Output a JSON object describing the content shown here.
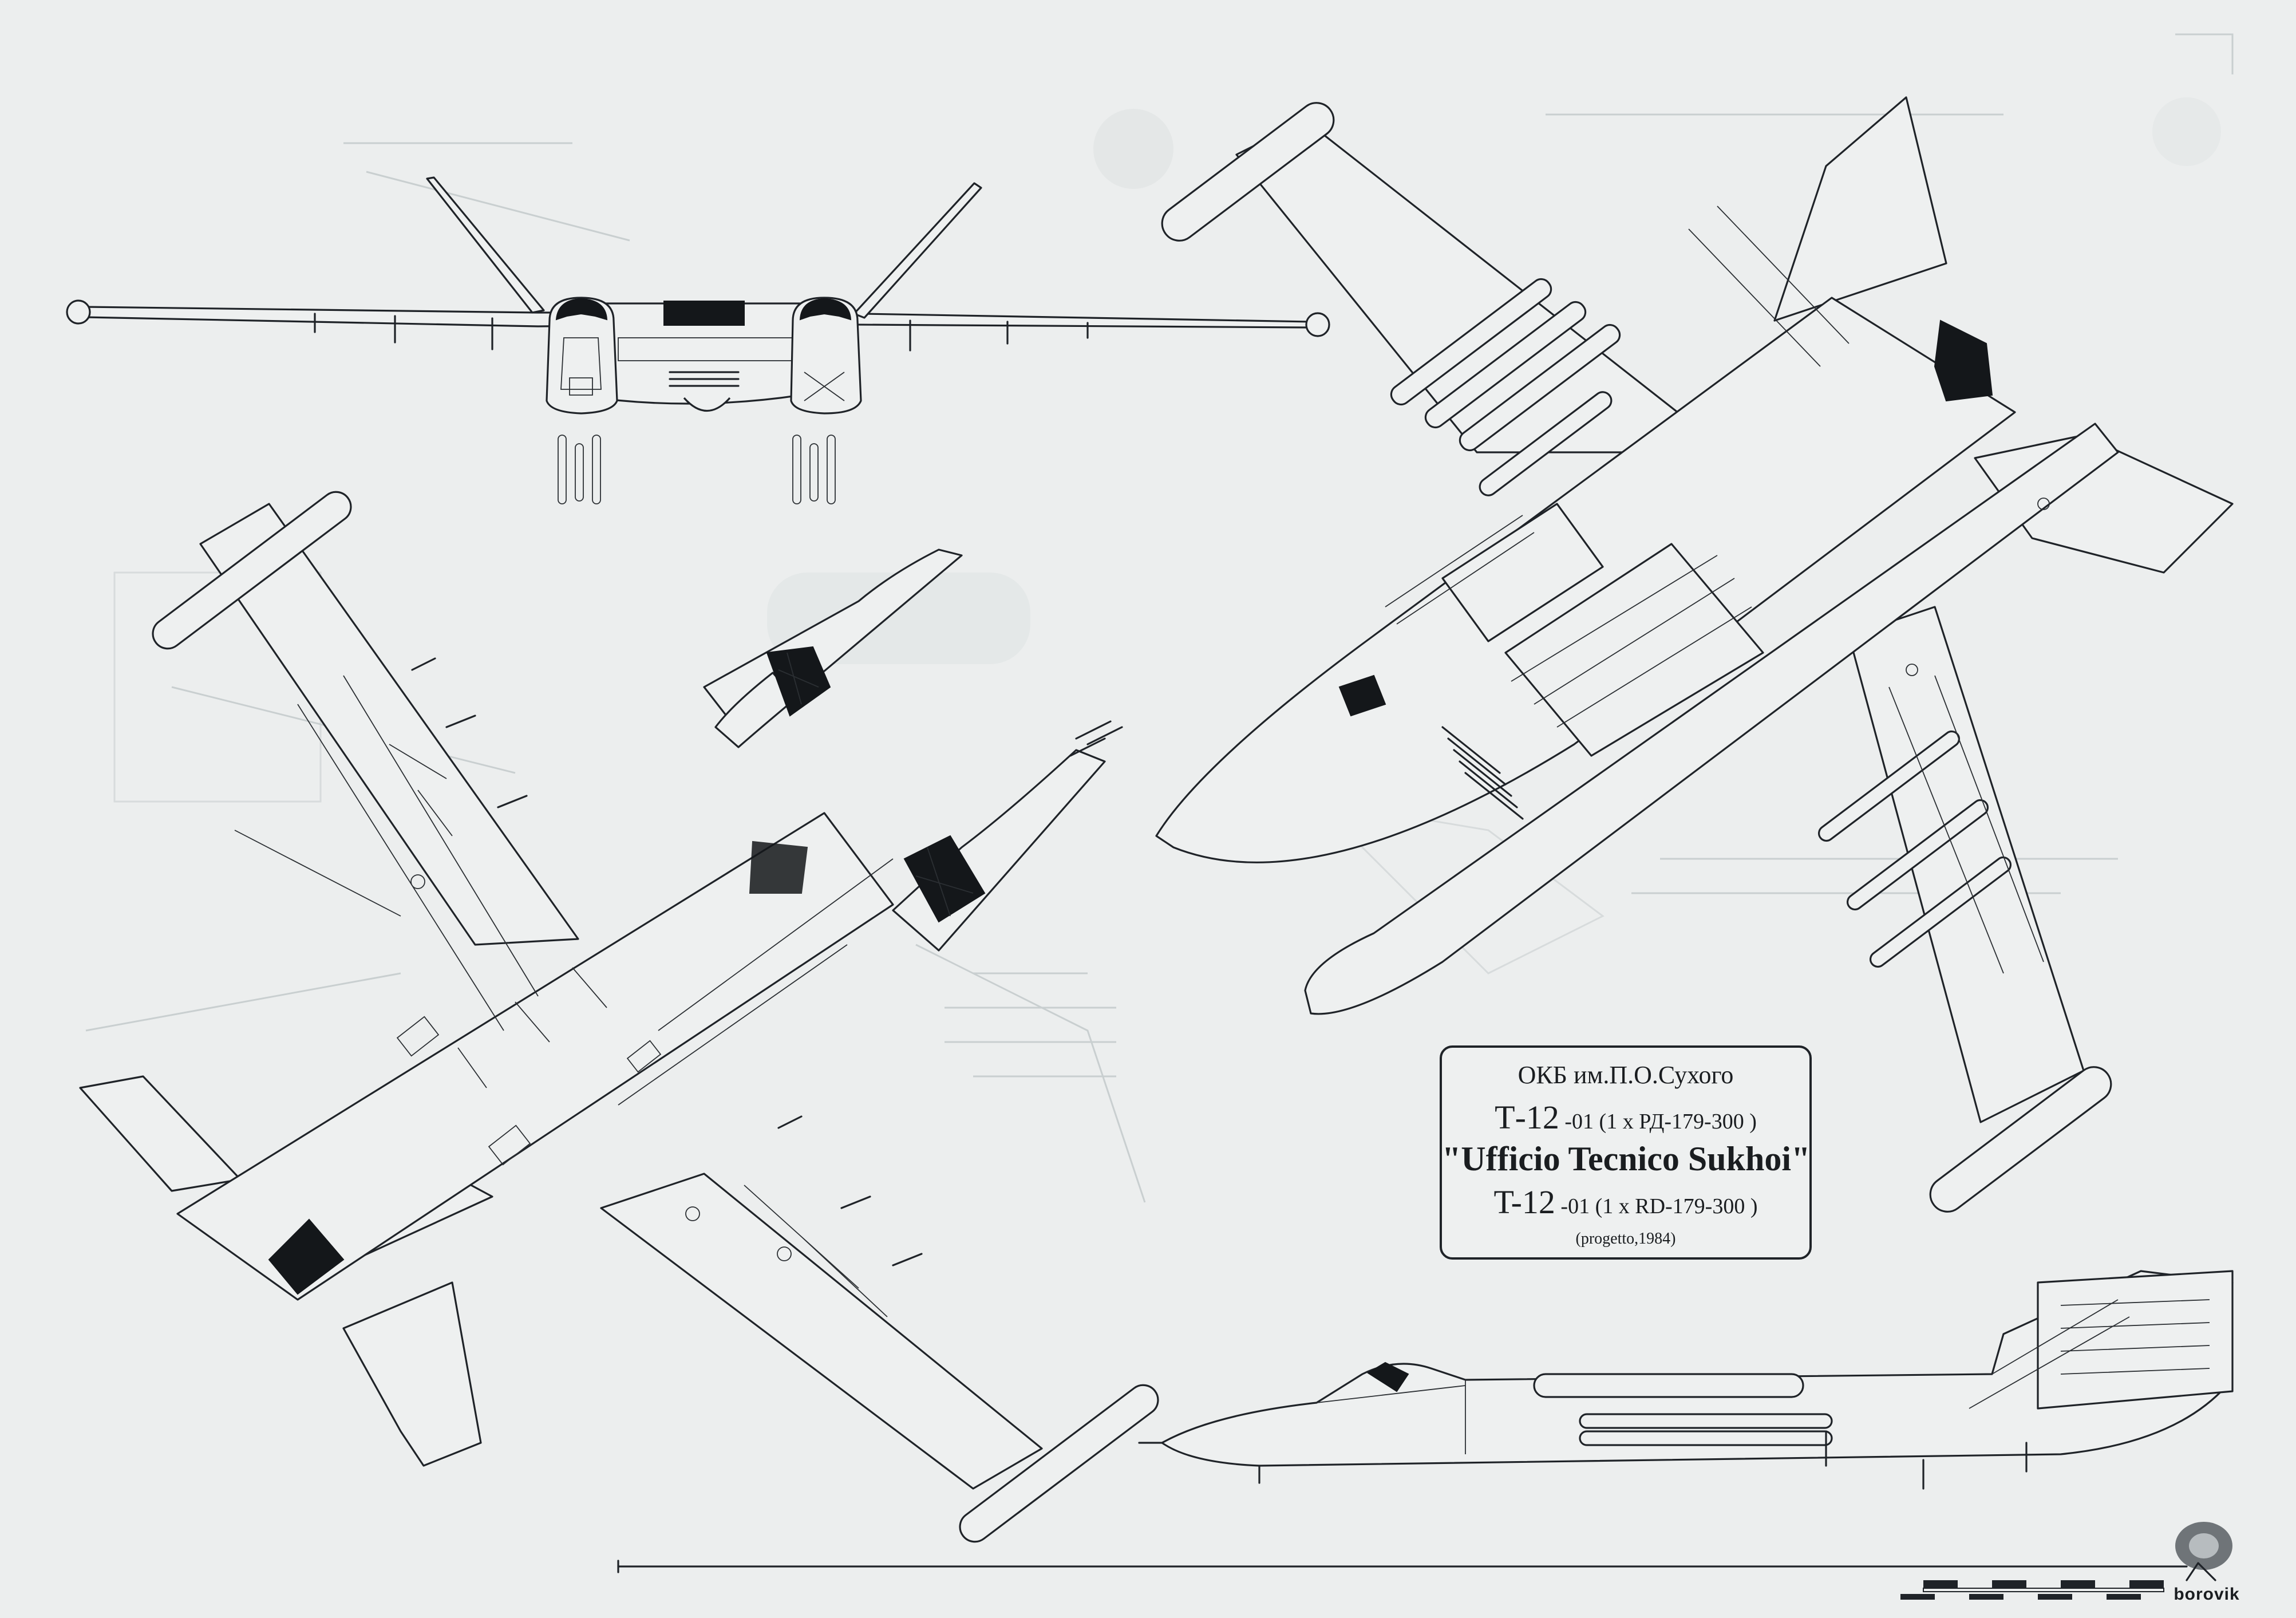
{
  "title_box": {
    "line1": "ОКБ им.П.О.Сухого",
    "line2_main": "Т-12",
    "line2_rest": " -01 (1 х РД-179-300 )",
    "line3": "\"Ufficio Tecnico Sukhoi\"",
    "line4_main": "T-12",
    "line4_rest": " -01 (1 x RD-179-300 )",
    "line5": "(progetto,1984)"
  },
  "brand": "borovik",
  "views": [
    "front-view",
    "top-view",
    "bottom-view",
    "side-view"
  ]
}
